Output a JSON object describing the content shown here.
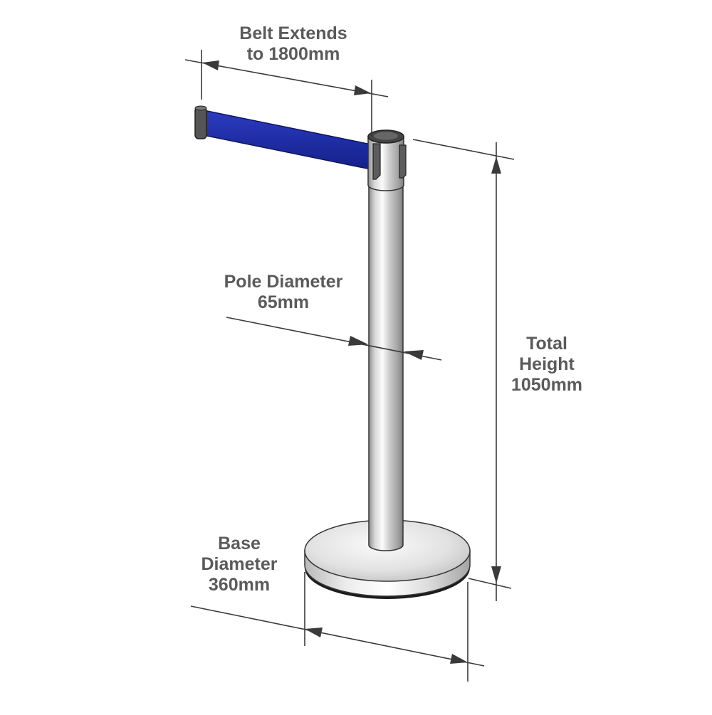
{
  "dimensions": {
    "belt": {
      "line1": "Belt Extends",
      "line2": "to 1800mm"
    },
    "pole": {
      "line1": "Pole Diameter",
      "line2": "65mm"
    },
    "height": {
      "line1": "Total",
      "line2": "Height",
      "line3": "1050mm"
    },
    "base": {
      "line1": "Base",
      "line2": "Diameter",
      "line3": "360mm"
    }
  },
  "colors": {
    "belt": "#1f2fa8",
    "dimension_line": "#3a3a3a",
    "label_text": "#5a5a5a",
    "steel_light": "#f4f4f4",
    "steel_dark": "#8c8c8c",
    "cap": "#555555"
  }
}
